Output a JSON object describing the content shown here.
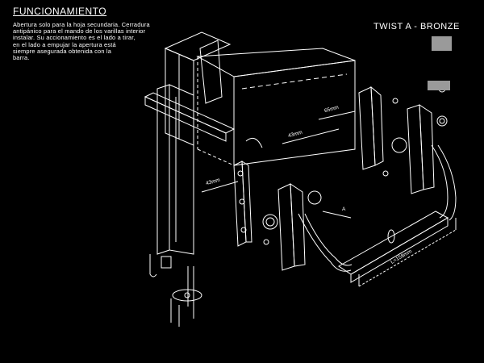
{
  "sheet": {
    "title": "FUNCIONAMIENTO",
    "description_lines": [
      "Abertura solo para la hoja secundaria. Cerradura",
      "antipánico para el mando de los varillas interior",
      "instalar. Su accionamiento es el lado a tirar,",
      "en el lado a empujar la apertura está",
      "siempre asegurada obtenida con la",
      "barra."
    ],
    "model": "TWIST A - BRONZE",
    "dimensions": {
      "d1": "43mm",
      "d2": "65mm",
      "d3": "43mm",
      "d4": "A",
      "d5": "L=158mm"
    }
  },
  "colors": {
    "background": "#000000",
    "lines": "#ffffff",
    "gray_fill": "#9a9a9a"
  }
}
